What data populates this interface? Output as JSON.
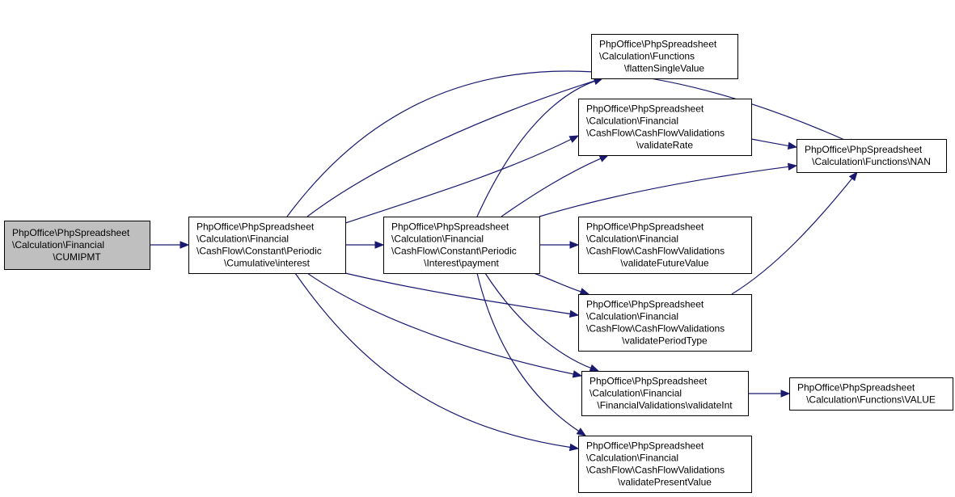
{
  "diagram": {
    "type": "call-graph",
    "nodes": [
      {
        "id": "cumipmt",
        "root": true,
        "lines": [
          "PhpOffice\\PhpSpreadsheet",
          "\\Calculation\\Financial",
          "\\CUMIPMT"
        ]
      },
      {
        "id": "interest",
        "lines": [
          "PhpOffice\\PhpSpreadsheet",
          "\\Calculation\\Financial",
          "\\CashFlow\\Constant\\Periodic",
          "\\Cumulative\\interest"
        ]
      },
      {
        "id": "payment",
        "lines": [
          "PhpOffice\\PhpSpreadsheet",
          "\\Calculation\\Financial",
          "\\CashFlow\\Constant\\Periodic",
          "\\Interest\\payment"
        ]
      },
      {
        "id": "flatten",
        "lines": [
          "PhpOffice\\PhpSpreadsheet",
          "\\Calculation\\Functions",
          "\\flattenSingleValue"
        ]
      },
      {
        "id": "validateRate",
        "lines": [
          "PhpOffice\\PhpSpreadsheet",
          "\\Calculation\\Financial",
          "\\CashFlow\\CashFlowValidations",
          "\\validateRate"
        ]
      },
      {
        "id": "nan",
        "lines": [
          "PhpOffice\\PhpSpreadsheet",
          "\\Calculation\\Functions\\NAN"
        ]
      },
      {
        "id": "validateFutureValue",
        "lines": [
          "PhpOffice\\PhpSpreadsheet",
          "\\Calculation\\Financial",
          "\\CashFlow\\CashFlowValidations",
          "\\validateFutureValue"
        ]
      },
      {
        "id": "validatePeriodType",
        "lines": [
          "PhpOffice\\PhpSpreadsheet",
          "\\Calculation\\Financial",
          "\\CashFlow\\CashFlowValidations",
          "\\validatePeriodType"
        ]
      },
      {
        "id": "validateInt",
        "lines": [
          "PhpOffice\\PhpSpreadsheet",
          "\\Calculation\\Financial",
          "\\FinancialValidations\\validateInt"
        ]
      },
      {
        "id": "value",
        "lines": [
          "PhpOffice\\PhpSpreadsheet",
          "\\Calculation\\Functions\\VALUE"
        ]
      },
      {
        "id": "validatePresentValue",
        "lines": [
          "PhpOffice\\PhpSpreadsheet",
          "\\Calculation\\Financial",
          "\\CashFlow\\CashFlowValidations",
          "\\validatePresentValue"
        ]
      }
    ],
    "edges": [
      {
        "from": "cumipmt",
        "to": "interest"
      },
      {
        "from": "interest",
        "to": "payment"
      },
      {
        "from": "interest",
        "to": "flatten"
      },
      {
        "from": "interest",
        "to": "nan"
      },
      {
        "from": "interest",
        "to": "validateRate"
      },
      {
        "from": "interest",
        "to": "validatePeriodType"
      },
      {
        "from": "interest",
        "to": "validateInt"
      },
      {
        "from": "interest",
        "to": "validatePresentValue"
      },
      {
        "from": "payment",
        "to": "flatten"
      },
      {
        "from": "payment",
        "to": "validateRate"
      },
      {
        "from": "payment",
        "to": "nan"
      },
      {
        "from": "payment",
        "to": "validateFutureValue"
      },
      {
        "from": "payment",
        "to": "validatePeriodType"
      },
      {
        "from": "payment",
        "to": "validateInt"
      },
      {
        "from": "payment",
        "to": "validatePresentValue"
      },
      {
        "from": "validateRate",
        "to": "nan"
      },
      {
        "from": "validatePeriodType",
        "to": "nan"
      },
      {
        "from": "validateInt",
        "to": "value"
      }
    ],
    "colors": {
      "edge": "#191970",
      "root_fill": "#bfbfbf",
      "node_fill": "#ffffff",
      "border": "#000000"
    }
  }
}
